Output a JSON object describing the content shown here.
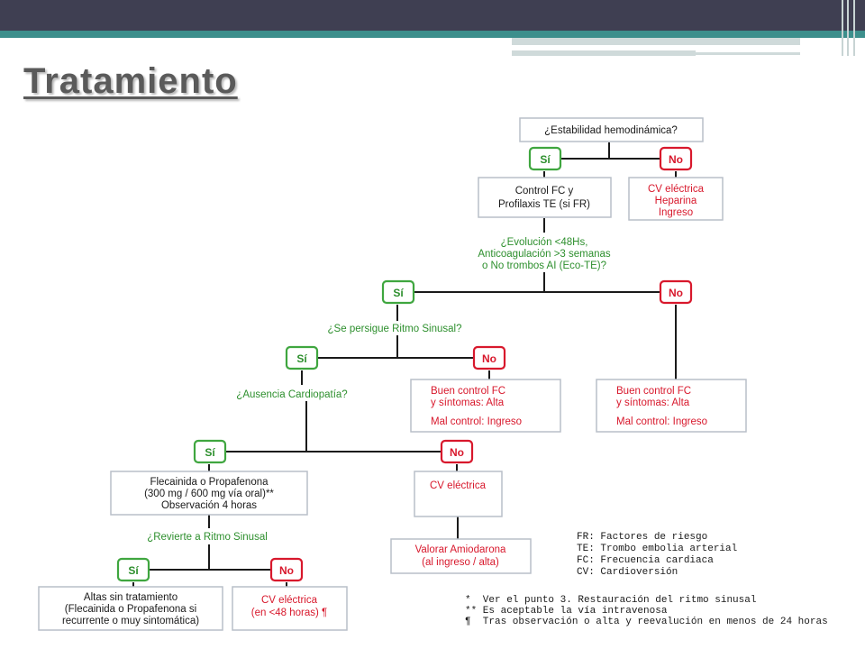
{
  "title": "Tratamiento",
  "colors": {
    "yes": "#3fa63f",
    "no": "#d8182c",
    "question": "#2d8f2d",
    "header": "#3f3f52",
    "accent": "#3d8f8c"
  },
  "diagram": {
    "q_estabilidad": "¿Estabilidad hemodinámica?",
    "si1": "Sí",
    "no1": "No",
    "box_control": [
      "Control FC y",
      "Profilaxis TE (si FR)"
    ],
    "box_cv1": [
      "CV eléctrica",
      "Heparina",
      "Ingreso"
    ],
    "q_evolucion": [
      "¿Evolución <48Hs,",
      "Anticoagulación >3 semanas",
      "o No trombos AI (Eco-TE)?"
    ],
    "si2": "Sí",
    "no2": "No",
    "q_ritmo": "¿Se persigue Ritmo Sinusal?",
    "si3": "Sí",
    "no3": "No",
    "box_buen1": [
      "Buen control FC",
      "y síntomas: Alta",
      "Mal control: Ingreso"
    ],
    "box_buen2": [
      "Buen control FC",
      "y síntomas: Alta",
      "Mal control: Ingreso"
    ],
    "q_cardiopatia": "¿Ausencia Cardiopatía?",
    "si4": "Sí",
    "no4": "No",
    "box_flecainida": [
      "Flecainida o Propafenona",
      "(300 mg / 600 mg vía oral)**",
      "Observación 4 horas"
    ],
    "box_cv2": "CV eléctrica",
    "q_revierte": "¿Revierte a Ritmo Sinusal",
    "box_amiodarona": [
      "Valorar Amiodarona",
      "(al ingreso / alta)"
    ],
    "si5": "Sí",
    "no5": "No",
    "box_altas": [
      "Altas sin tratamiento",
      "(Flecainida o Propafenona si",
      "recurrente o muy sintomática)"
    ],
    "box_cv3": [
      "CV eléctrica",
      "(en <48 horas) ¶"
    ]
  },
  "legend": {
    "abbrev": [
      "FR: Factores de riesgo",
      "TE: Trombo embolia arterial",
      "FC: Frecuencia cardiaca",
      "CV: Cardioversión"
    ],
    "notes": [
      "*  Ver el punto 3. Restauración del ritmo sinusal",
      "** Es aceptable la vía intravenosa",
      "¶  Tras observación o alta y reevalución en menos de 24 horas"
    ]
  }
}
